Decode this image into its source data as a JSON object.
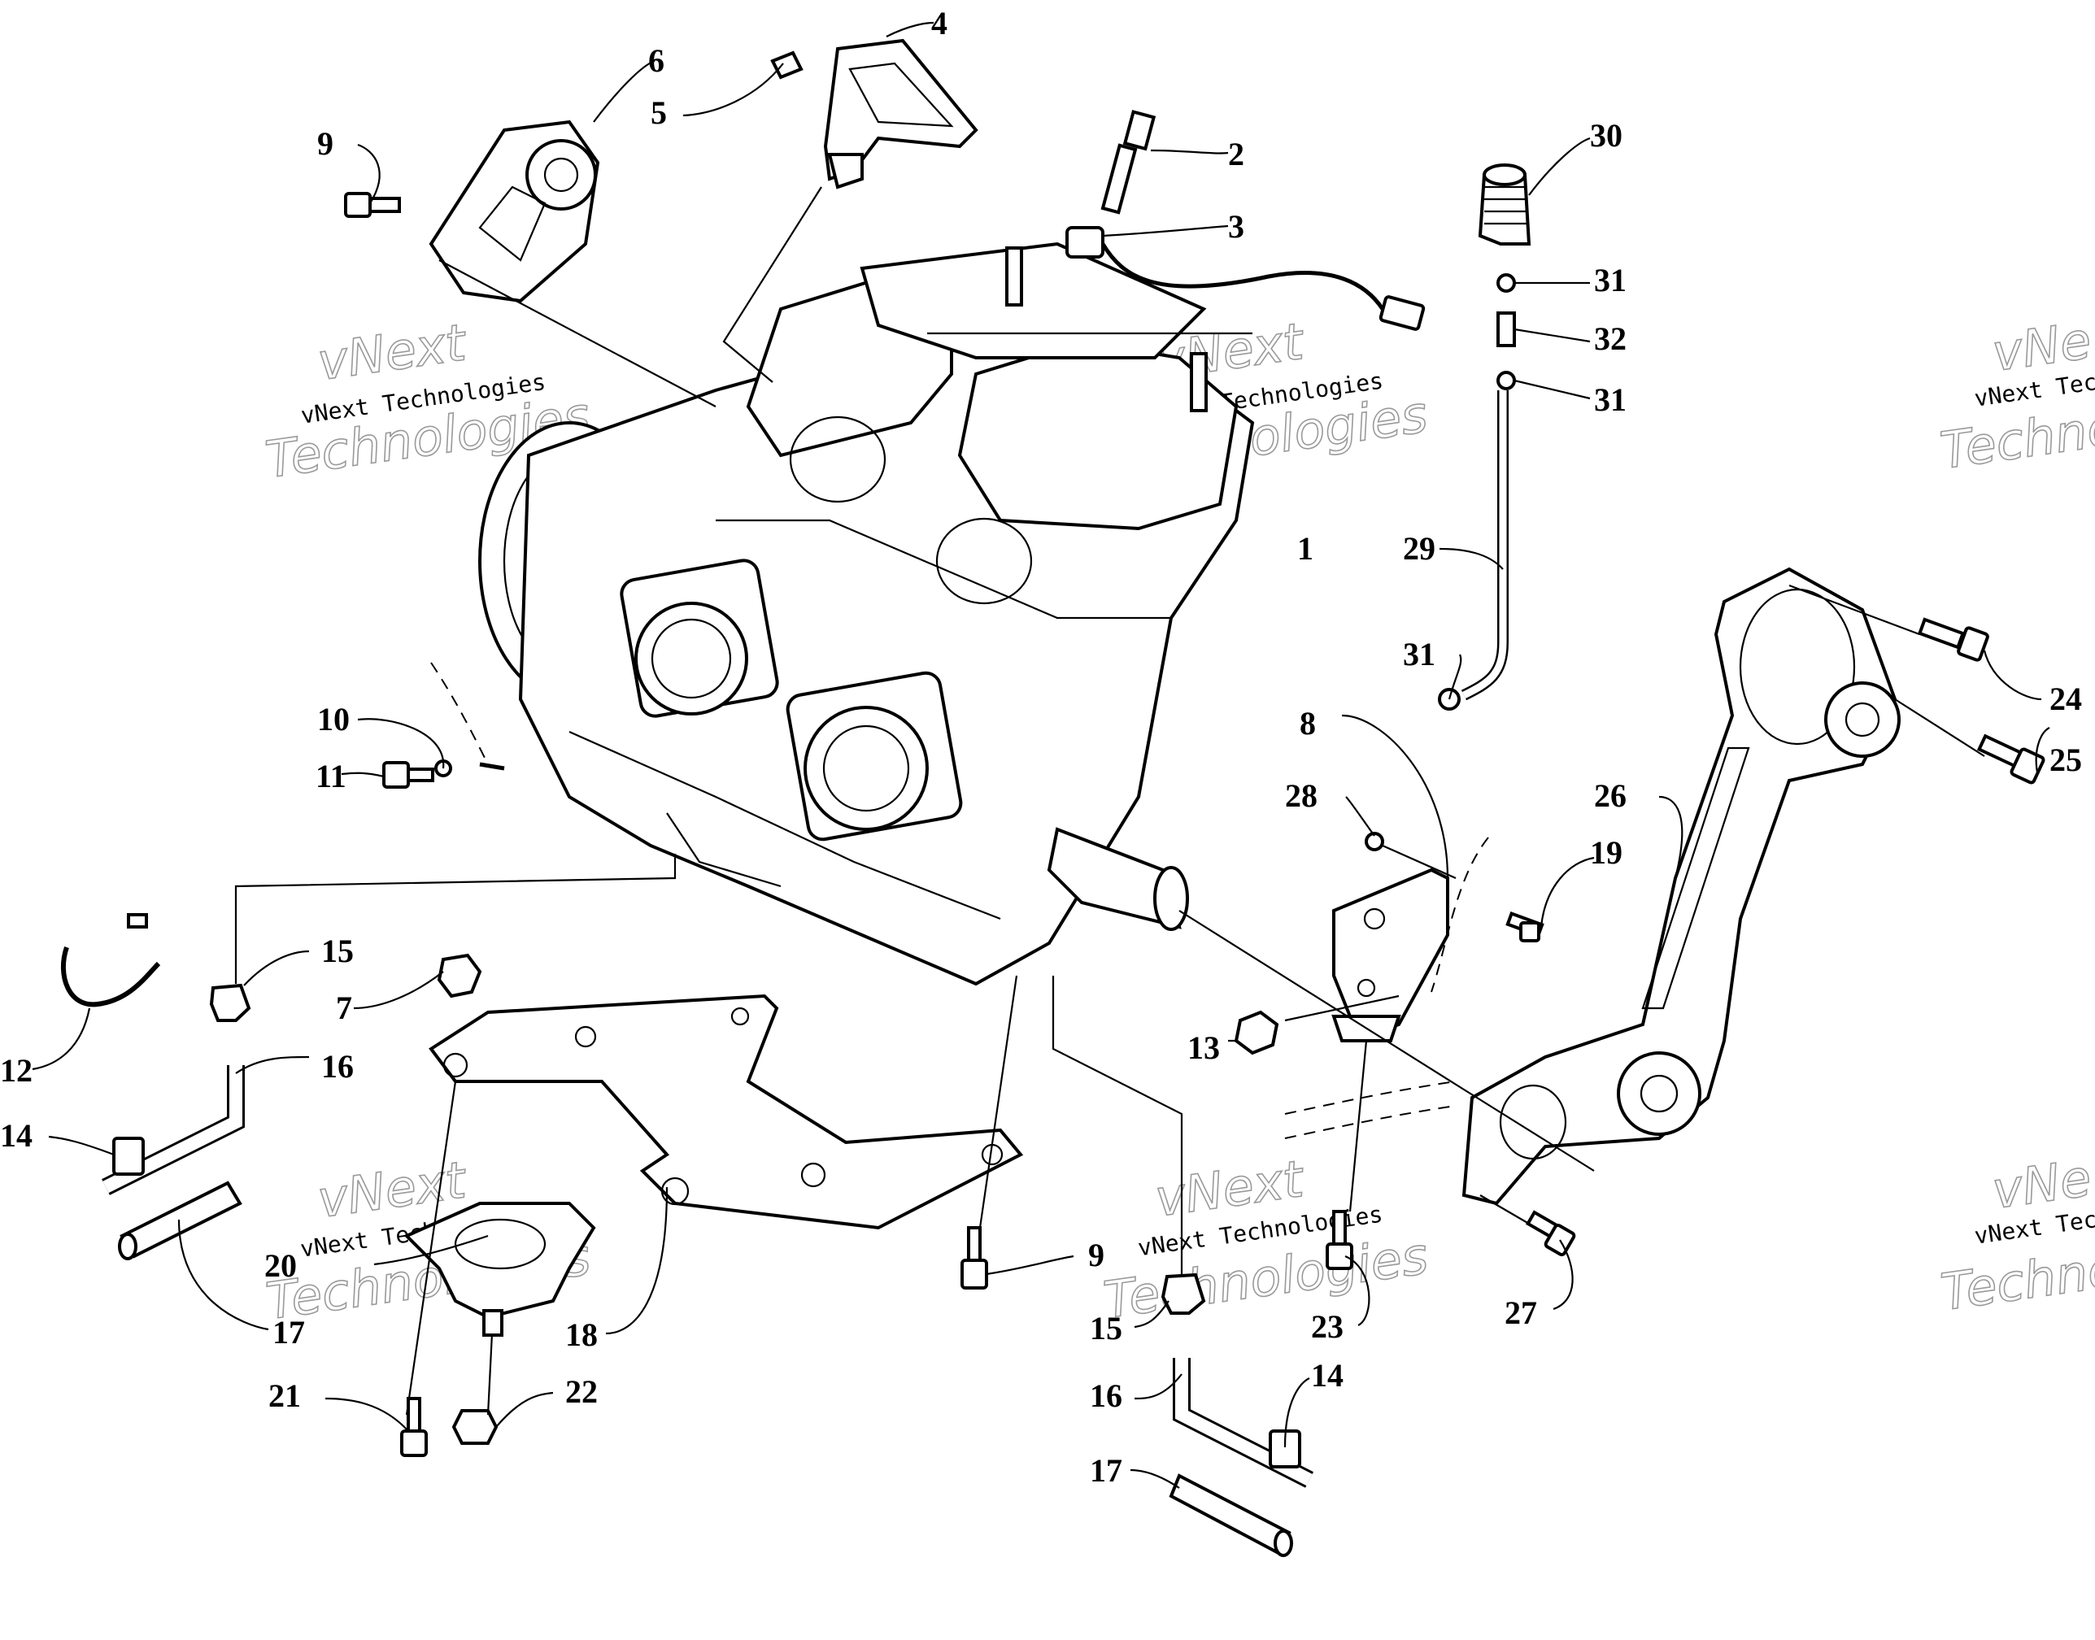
{
  "diagram": {
    "type": "exploded-parts-diagram",
    "callouts": [
      {
        "label": "1"
      },
      {
        "label": "2"
      },
      {
        "label": "3"
      },
      {
        "label": "4"
      },
      {
        "label": "5"
      },
      {
        "label": "6"
      },
      {
        "label": "9"
      },
      {
        "label": "30"
      },
      {
        "label": "31"
      },
      {
        "label": "32"
      },
      {
        "label": "31"
      },
      {
        "label": "29"
      },
      {
        "label": "31"
      },
      {
        "label": "24"
      },
      {
        "label": "25"
      },
      {
        "label": "8"
      },
      {
        "label": "28"
      },
      {
        "label": "19"
      },
      {
        "label": "26"
      },
      {
        "label": "10"
      },
      {
        "label": "11"
      },
      {
        "label": "15"
      },
      {
        "label": "7"
      },
      {
        "label": "12"
      },
      {
        "label": "16"
      },
      {
        "label": "14"
      },
      {
        "label": "13"
      },
      {
        "label": "20"
      },
      {
        "label": "17"
      },
      {
        "label": "18"
      },
      {
        "label": "9"
      },
      {
        "label": "15"
      },
      {
        "label": "23"
      },
      {
        "label": "27"
      },
      {
        "label": "21"
      },
      {
        "label": "22"
      },
      {
        "label": "16"
      },
      {
        "label": "14"
      },
      {
        "label": "17"
      }
    ],
    "watermarks": [
      {
        "small": "vNext Technologies",
        "big_top": "vNext",
        "big_bottom": "Technologies"
      },
      {
        "small": "vNext Technologies",
        "big_top": "vNext",
        "big_bottom": "Technologies"
      },
      {
        "small": "vNext Tec",
        "big_top": "vNe",
        "big_bottom": "Techno"
      },
      {
        "small": "vNext Technologies",
        "big_top": "vNext",
        "big_bottom": "Technologies"
      },
      {
        "small": "vNext Technologies",
        "big_top": "vNext",
        "big_bottom": "Technologies"
      },
      {
        "small": "vNext Tec",
        "big_top": "vNe",
        "big_bottom": "Techno"
      }
    ]
  }
}
